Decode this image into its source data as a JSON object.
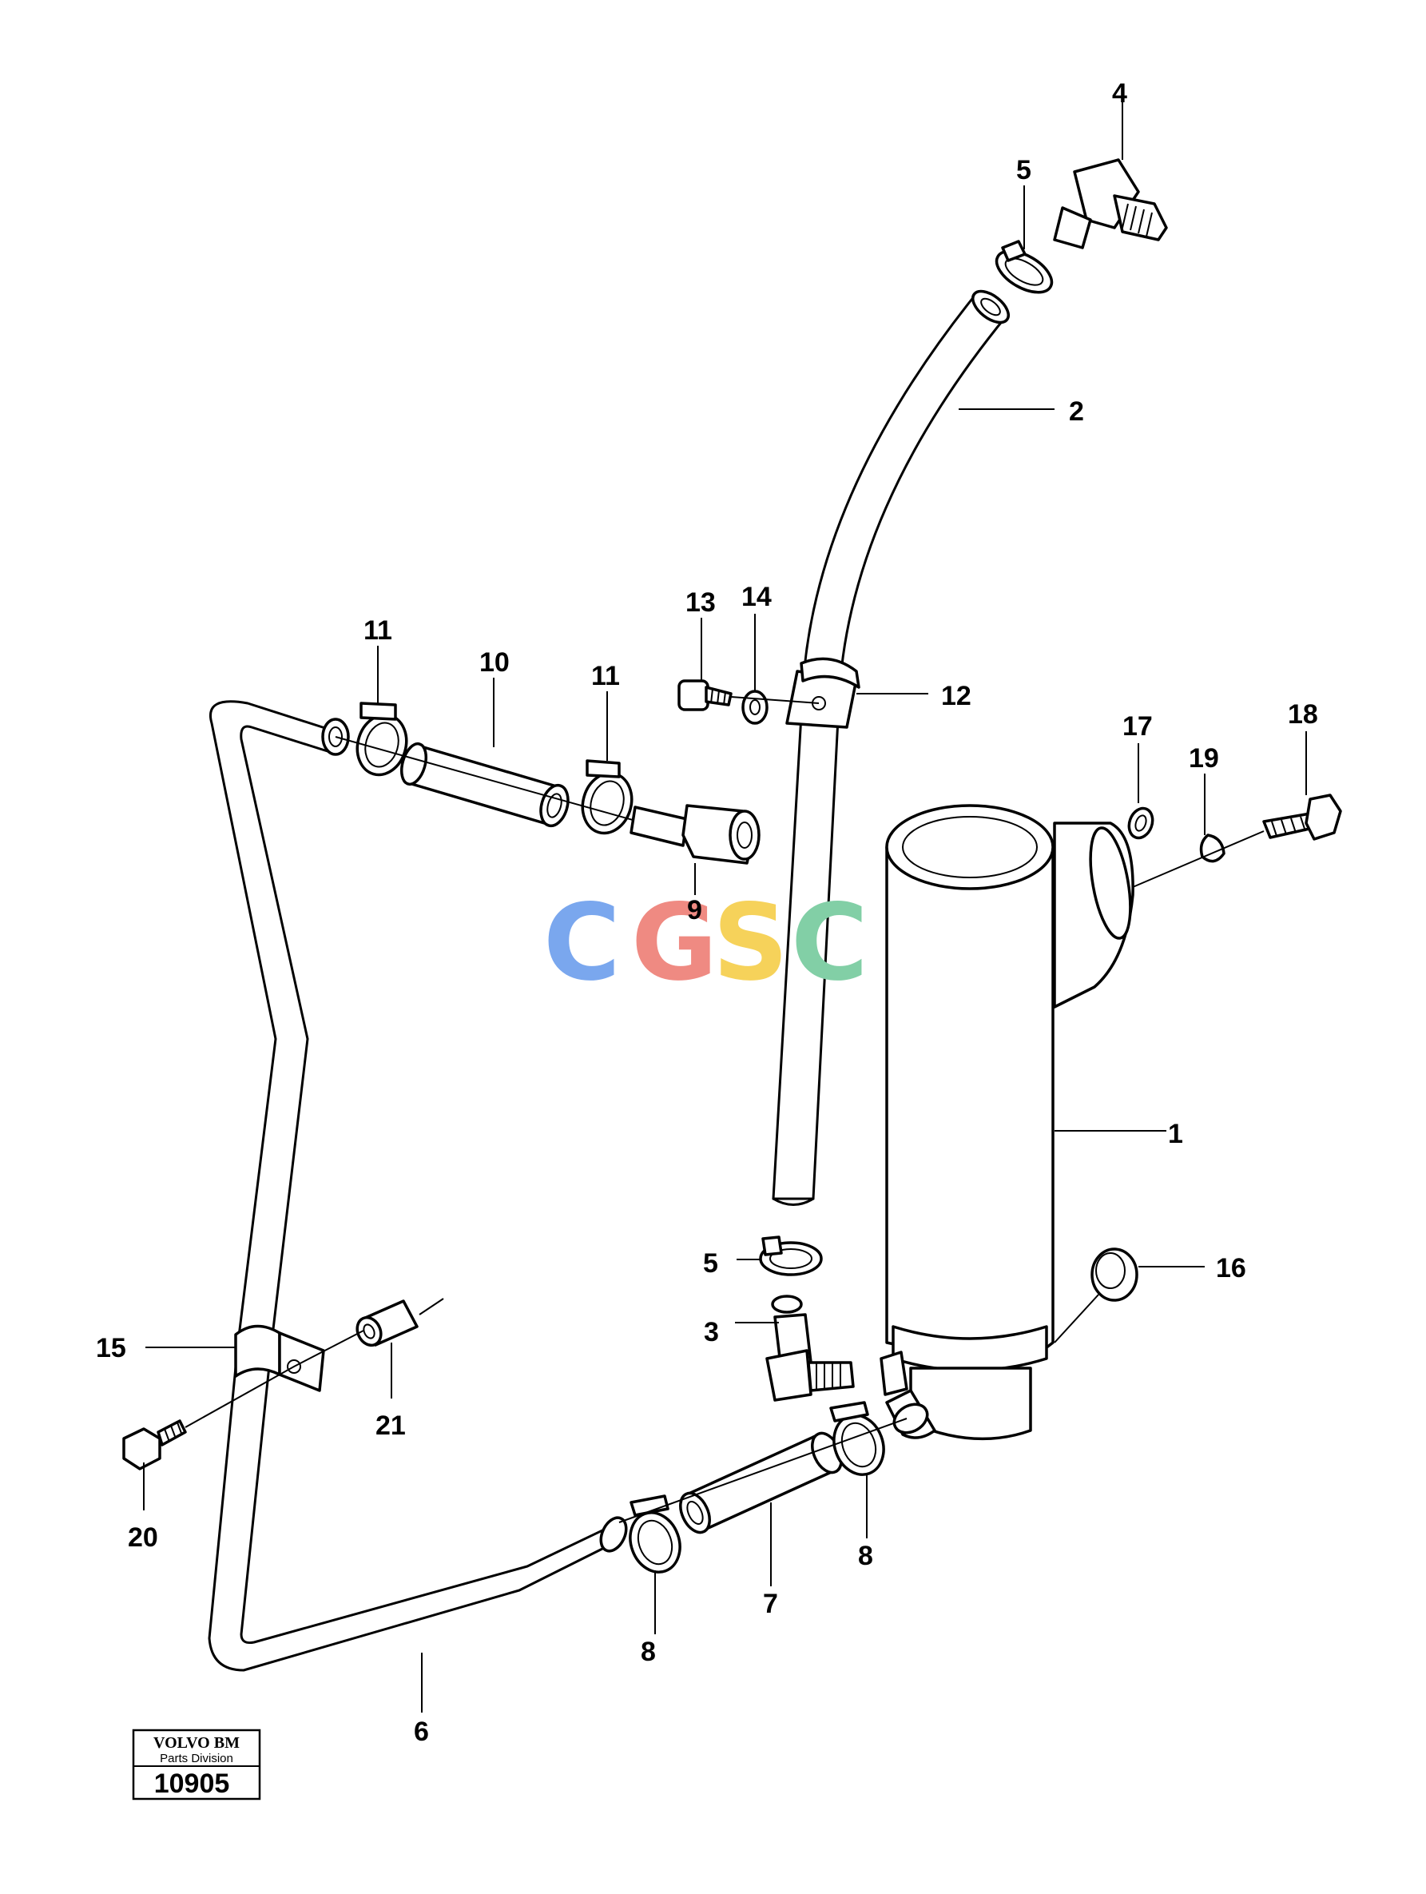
{
  "callouts": [
    {
      "id": "c1",
      "label": "1"
    },
    {
      "id": "c2",
      "label": "2"
    },
    {
      "id": "c3",
      "label": "3"
    },
    {
      "id": "c4",
      "label": "4"
    },
    {
      "id": "c5a",
      "label": "5"
    },
    {
      "id": "c5b",
      "label": "5"
    },
    {
      "id": "c6",
      "label": "6"
    },
    {
      "id": "c7",
      "label": "7"
    },
    {
      "id": "c8a",
      "label": "8"
    },
    {
      "id": "c8b",
      "label": "8"
    },
    {
      "id": "c9",
      "label": "9"
    },
    {
      "id": "c10",
      "label": "10"
    },
    {
      "id": "c11a",
      "label": "11"
    },
    {
      "id": "c11b",
      "label": "11"
    },
    {
      "id": "c12",
      "label": "12"
    },
    {
      "id": "c13",
      "label": "13"
    },
    {
      "id": "c14",
      "label": "14"
    },
    {
      "id": "c15",
      "label": "15"
    },
    {
      "id": "c16",
      "label": "16"
    },
    {
      "id": "c17",
      "label": "17"
    },
    {
      "id": "c18",
      "label": "18"
    },
    {
      "id": "c19",
      "label": "19"
    },
    {
      "id": "c20",
      "label": "20"
    },
    {
      "id": "c21",
      "label": "21"
    }
  ],
  "watermark": {
    "letters": [
      {
        "char": "C",
        "color": "#7aa7ee"
      },
      {
        "char": "G",
        "color": "#ef8a82"
      },
      {
        "char": "S",
        "color": "#f6d25a"
      },
      {
        "char": "C",
        "color": "#82cfa6"
      }
    ]
  },
  "stamp": {
    "brand": "VOLVO BM",
    "division": "Parts Division",
    "number": "10905"
  }
}
